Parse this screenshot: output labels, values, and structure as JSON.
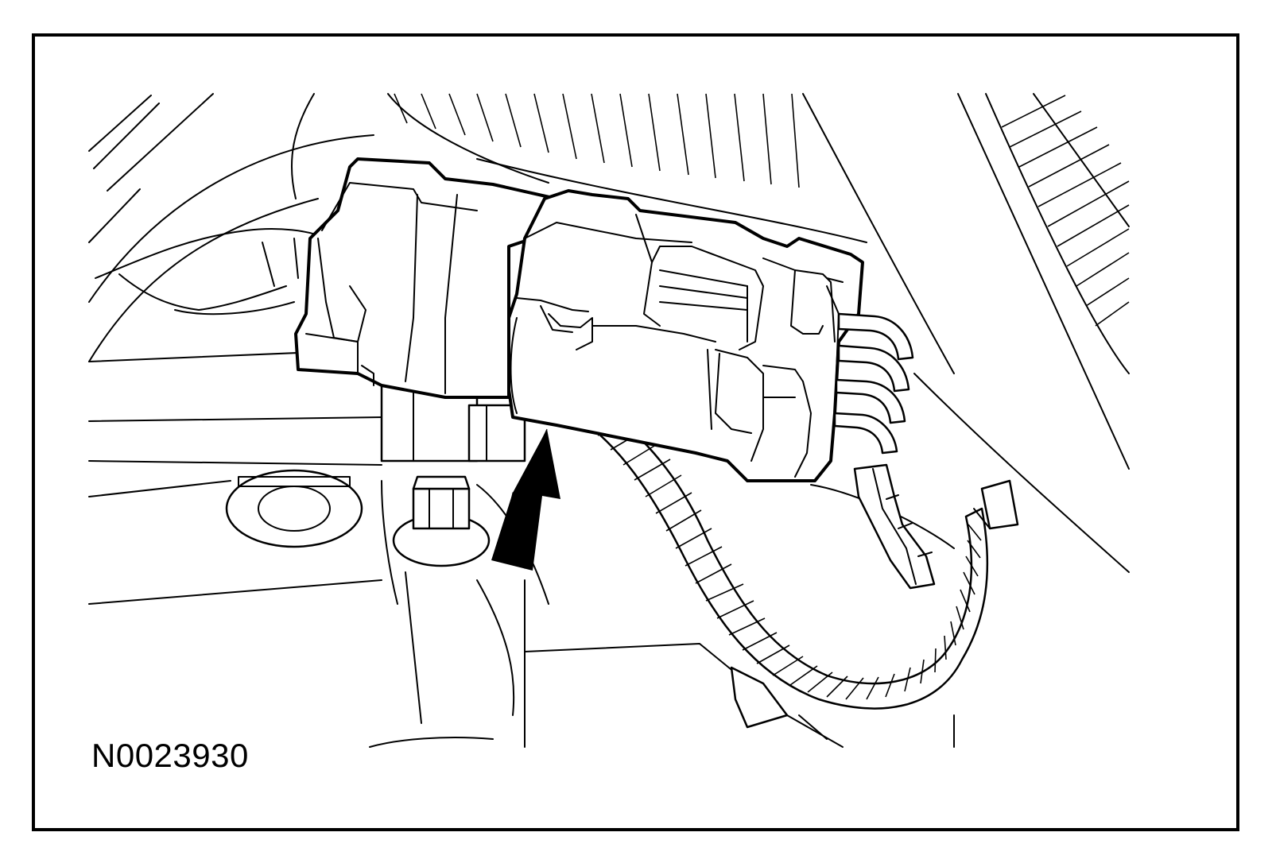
{
  "figure": {
    "id_label": "N0023930",
    "subject": "electrical-connector-on-harness",
    "callout": "arrow-pointing-at-connector"
  },
  "colors": {
    "line": "#000000",
    "background": "#ffffff"
  }
}
